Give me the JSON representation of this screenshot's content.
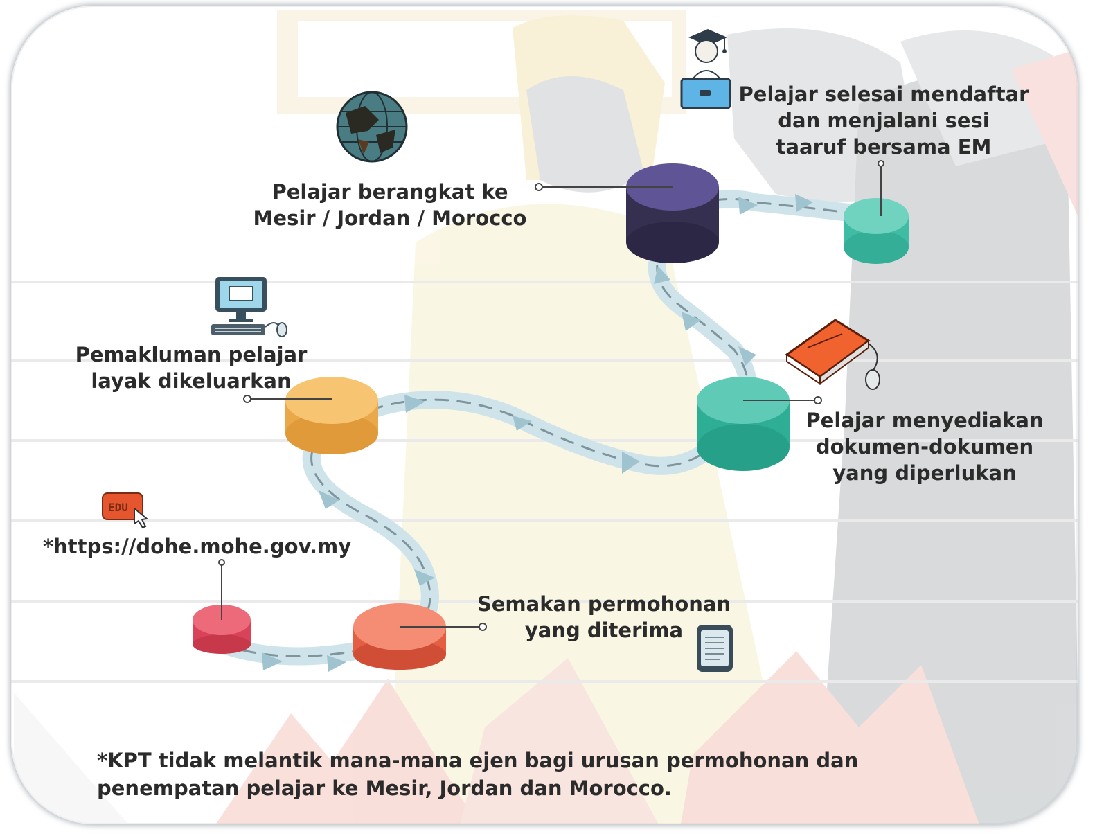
{
  "steps": [
    {
      "id": "url",
      "lines": [
        "*https://dohe.mohe.gov.my"
      ],
      "icon": "edu-click-icon",
      "color": "#e05062"
    },
    {
      "id": "check",
      "lines": [
        "Semakan permohonan",
        "yang diterima"
      ],
      "icon": "tablet-icon",
      "color": "#f0735a"
    },
    {
      "id": "notify",
      "lines": [
        "Pemakluman pelajar",
        "layak dikeluarkan"
      ],
      "icon": "computer-icon",
      "color": "#f4b95c"
    },
    {
      "id": "docs",
      "lines": [
        "Pelajar menyediakan",
        "dokumen-dokumen",
        "yang diperlukan"
      ],
      "icon": "book-mouse-icon",
      "color": "#3cbfa6"
    },
    {
      "id": "depart",
      "lines": [
        "Pelajar berangkat ke",
        "Mesir / Jordan / Morocco"
      ],
      "icon": "globe-icon",
      "color": "#4a3f78"
    },
    {
      "id": "register",
      "lines": [
        "Pelajar selesai mendaftar",
        "dan menjalani sesi",
        "taaruf bersama EM"
      ],
      "icon": "graduate-laptop-icon",
      "color": "#4fc9b3"
    }
  ],
  "footnote": {
    "line1": "*KPT tidak melantik mana-mana ejen bagi urusan permohonan dan",
    "line2": "penempatan pelajar ke Mesir, Jordan dan Morocco."
  },
  "colors": {
    "path": "#cfe3ea",
    "dash": "#8aa3ad",
    "arrow": "#9fc3cf",
    "text": "#2b2b2b"
  }
}
